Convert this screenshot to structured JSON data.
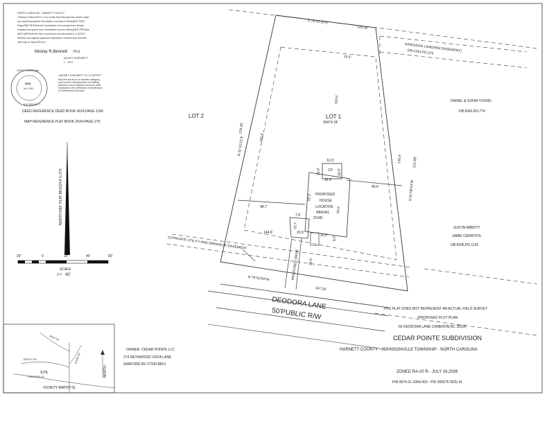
{
  "certification": {
    "lines": [
      "NORTH CAROLINA - HARNETT COUNTY",
      "I Mickey R.Bennett P.L.S do certify that this plat was drawn under",
      "my supervision(deed description recorded in Book(SEE REF)",
      "Page(SEE REF)that the boundaries not surveyed are clearly",
      "indicated as drawn from information found in Book(SEE REF)that",
      "AND MAP;that the ratio of precision as calculated is 1:10000+",
      "Witness my original signature registration number and seal this",
      "16th day of July,2026 A.D."
    ],
    "signature": "Mickey R.Bennett",
    "pls": "PLS",
    "name_small": "MICKEY R.BENNETT",
    "license_small": "L - 1514",
    "seal_ring_top": "NORTH CAROLINA",
    "seal_ring_bottom": "M.R.BENNETT",
    "seal_word": "SEAL",
    "seal_number": "No. 1514",
    "cert2_title": "I,MICKEY R.BENNETT P.L.S.CERTIFY",
    "cert2_lines": [
      "that this survey is of another category,",
      "such as the recombination of existing",
      "parcels,a court-ordered survey,or other",
      "exception to the definition of subdivision.",
      "A Professional Surveyor"
    ]
  },
  "references": {
    "deed": "DEED REFERENCE DEED BOOK 4224,PAGE 1026",
    "map": "MAP REFERENCE PLAT BOOK 2024,PAGE 275"
  },
  "north_arrow": {
    "label": "NORTH REF. PLAT BK2024,P.G.275"
  },
  "scale_bar": {
    "ticks": [
      "20'",
      "0",
      "20'",
      "40'",
      "60'"
    ],
    "label": "SCALE",
    "ratio_prefix": "1\"=",
    "ratio_value": "40'"
  },
  "plat": {
    "lot2": "LOT 2",
    "lot1": "LOT 1",
    "lot1_area": "30474 SF",
    "bearing_top": "S 79°41'25\"E",
    "dist_top": "129.38'",
    "dist_inner_top": "25.0'",
    "bearing_left": "N 11°41'21\"E",
    "dist_left": "218.39'",
    "dist_left_inner": "165.9'",
    "dist_house_top": "116.6'",
    "dist_right_inner": "136.6'",
    "bearing_right": "S 01°08'54\"W",
    "dist_right": "222.89'",
    "dist_left_mid": "48.7'",
    "dist_right_mid": "49.6'",
    "dist_cp_w": "12.0'",
    "dist_cp_h1": "10.0'",
    "dist_cp_h2": "10.0'",
    "cp_label": "CP",
    "dist_house_w": "32.0'",
    "dist_house_left": "33.3'",
    "dist_house_right": "50.0'",
    "house_lines": [
      "PROPOSED",
      "HOUSE",
      "LOCATION",
      "ABIGAIL",
      "2CAR"
    ],
    "dist_garage_w": "7.0'",
    "dist_garage_h": "15.7'",
    "dist_garage_bottom": "20.5'",
    "dist_front_inner": "144.6'",
    "dist_porch": "20.0'",
    "dist_porch_side": "5.0'",
    "drive_label": "PROPOSED DRIVE",
    "dist_drive": "35.0'",
    "easement": "21'PRIVATE UTILITY AND DRAINAGE EASEMENT",
    "bearing_front": "N 79°52'50\"W",
    "dist_front": "147.26'",
    "road_name": "DEODORA LANE",
    "road_rw": "50'PUBLIC R/W"
  },
  "adjoiners": {
    "hardison_1": "HARDISON LANE(R/W EASEMENT)",
    "hardison_2": "DB:4164,PG:375",
    "young_1": "DANIEL & SONIA YOUNG",
    "young_2": "DB:4343,PG:774",
    "abbott_1": "JUSTIN ABBOTT",
    "abbott_2": "JAMIE CERRITOS",
    "abbott_3": "DB:4206,PG:1125"
  },
  "notes": {
    "not_field": "THIS PLAT DOES NOT REPRESENT AN ACTUAL FIELD SURVEY",
    "plan": "PROPOSED PLOT PLAN",
    "address": "60 DEODORA LANE CAMERON,NC 28326"
  },
  "title_block": {
    "subdivision": "CEDAR POINTE SUBDIVISION",
    "county": "HARNETT COUNTY - JOHNSONVILLE TOWNSHIP - NORTH CAROLINA",
    "zoned": "ZONED RA-20 R - JULY 16,2026",
    "pin": "PIN 9574-21-3394.000  -  PID 099575 0025 41"
  },
  "owner": {
    "line1": "OWNER: CEDAR POINTE LLC",
    "line2": "274 REYNWOOD VISTA LANE",
    "line3": "SANFORD,NV 27330-8814"
  },
  "vicinity_map": {
    "title": "VICINITY MAP(NTS)",
    "site": "SITE",
    "north": "NORTH",
    "road1": "BEAT RD",
    "road2": "RIDLEY RD",
    "road3": "SHAW RD",
    "road4": "DEODORA LN"
  }
}
